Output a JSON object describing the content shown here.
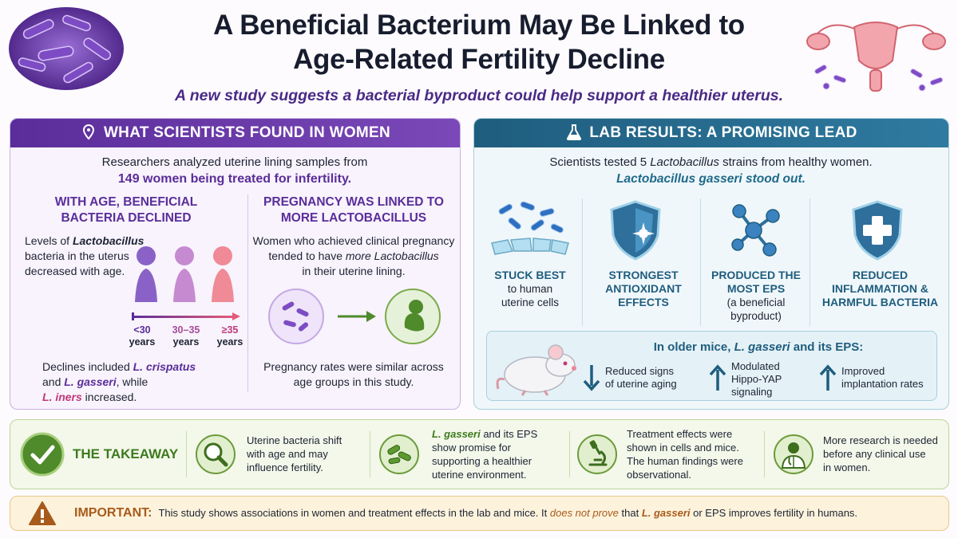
{
  "header": {
    "title_line1": "A Beneficial Bacterium May Be Linked to",
    "title_line2": "Age-Related Fertility Decline",
    "subtitle": "A new study suggests a bacterial byproduct could help support a healthier uterus."
  },
  "left_panel": {
    "heading": "WHAT SCIENTISTS FOUND IN WOMEN",
    "intro_line1": "Researchers analyzed uterine lining samples from",
    "intro_line2": "149 women being treated for infertility.",
    "age_section": {
      "heading_line1": "WITH AGE, BENEFICIAL",
      "heading_line2": "BACTERIA DECLINED",
      "text_line1_a": "Levels of ",
      "text_line1_b": "Lactobacillus",
      "text_line2": "bacteria in the uterus",
      "text_line3": "decreased with age.",
      "age_groups": [
        {
          "top": "<30",
          "bottom": "years"
        },
        {
          "top": "30–35",
          "bottom": "years"
        },
        {
          "top": "≥35",
          "bottom": "years"
        }
      ],
      "footer_line1_a": "Declines included ",
      "footer_line1_b": "L. crispatus",
      "footer_line2_a": "and ",
      "footer_line2_b": "L. gasseri",
      "footer_line2_c": ", while",
      "footer_line3_a": "L. iners",
      "footer_line3_b": " increased."
    },
    "pregnancy_section": {
      "heading_line1": "PREGNANCY WAS LINKED TO",
      "heading_line2": "MORE LACTOBACILLUS",
      "text_line1": "Women who achieved clinical pregnancy",
      "text_line2_a": "tended to have ",
      "text_line2_b": "more Lactobacillus",
      "text_line3": "in their uterine lining.",
      "footer_line1": "Pregnancy rates were similar across",
      "footer_line2": "age groups in this study."
    }
  },
  "right_panel": {
    "heading": "LAB RESULTS: A PROMISING LEAD",
    "intro_line1_a": "Scientists tested 5 ",
    "intro_line1_b": "Lactobacillus",
    "intro_line1_c": " strains from healthy women.",
    "intro_line2": "Lactobacillus gasseri stood out.",
    "results": [
      {
        "title_lines": [
          "STUCK BEST"
        ],
        "detail_lines": [
          "to human",
          "uterine cells"
        ]
      },
      {
        "title_lines": [
          "STRONGEST",
          "ANTIOXIDANT",
          "EFFECTS"
        ],
        "detail_lines": []
      },
      {
        "title_lines": [
          "PRODUCED THE",
          "MOST EPS"
        ],
        "detail_lines": [
          "(a beneficial",
          "byproduct)"
        ]
      },
      {
        "title_lines": [
          "REDUCED",
          "INFLAMMATION &",
          "HARMFUL BACTERIA"
        ],
        "detail_lines": []
      }
    ],
    "mice": {
      "heading_a": "In older mice, ",
      "heading_b": "L. gasseri",
      "heading_c": " and its EPS:",
      "items": [
        {
          "line1": "Reduced signs",
          "line2": "of uterine aging",
          "line3": ""
        },
        {
          "line1": "Modulated",
          "line2": "Hippo-YAP",
          "line3": "signaling"
        },
        {
          "line1": "Improved",
          "line2": "implantation rates",
          "line3": ""
        }
      ]
    }
  },
  "takeaway": {
    "heading": "THE TAKEAWAY",
    "points": [
      {
        "line1": "Uterine bacteria shift",
        "line2": "with age and may",
        "line3": "influence fertility.",
        "line4": ""
      },
      {
        "line1_a": "L. gasseri",
        "line1_b": " and its EPS",
        "line2": "show promise for",
        "line3": "supporting a healthier",
        "line4": "uterine environment."
      },
      {
        "line1": "Treatment effects were",
        "line2": "shown in cells and mice.",
        "line3": "The human findings were",
        "line4": "observational."
      },
      {
        "line1": "More research is needed",
        "line2": "before any clinical use",
        "line3": "in women.",
        "line4": ""
      }
    ]
  },
  "important": {
    "label": "IMPORTANT:",
    "text_a": "This study shows associations in women and treatment effects in the lab and mice. It ",
    "text_b": "does not prove",
    "text_c": " that ",
    "text_d": "L. gasseri",
    "text_e": " or EPS improves fertility in humans."
  },
  "colors": {
    "purple": "#5a2d9a",
    "teal": "#1f5d7e",
    "green": "#4f8a2b",
    "orange": "#b5651d"
  }
}
